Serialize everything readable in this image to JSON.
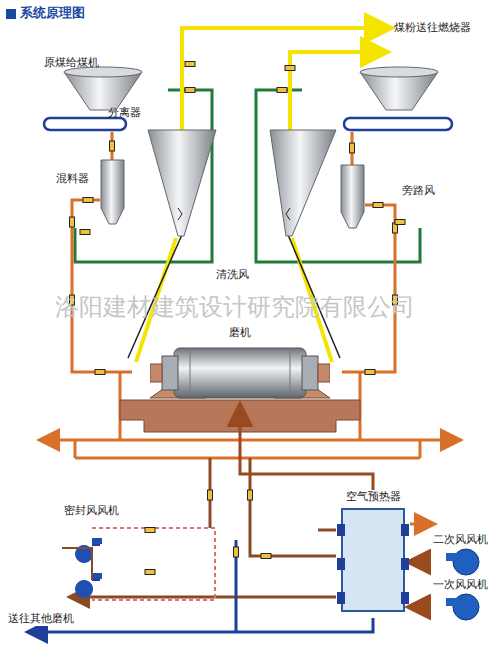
{
  "diagram": {
    "title": "系统原理图",
    "nodes": [
      {
        "text": [
          "磨机"
        ]
      },
      {
        "text": [
          "空气预热器"
        ]
      },
      {
        "text": [
          "二次风风机"
        ]
      },
      {
        "text": [
          "一次风风机"
        ]
      }
    ],
    "edges": [
      {
        "from": 1,
        "to": 0,
        "arrow": "to"
      },
      {
        "from": 2,
        "to": 1,
        "arrow": "to"
      },
      {
        "from": 3,
        "to": 1,
        "arrow": "to"
      }
    ],
    "labels": [
      "煤粉送往燃烧器",
      "原煤给煤机",
      "分离器",
      "混料器",
      "旁路风",
      "清洗风",
      "密封风风机",
      "送往其他磨机",
      "洛阳建材建筑设计研究院有限公司"
    ]
  }
}
